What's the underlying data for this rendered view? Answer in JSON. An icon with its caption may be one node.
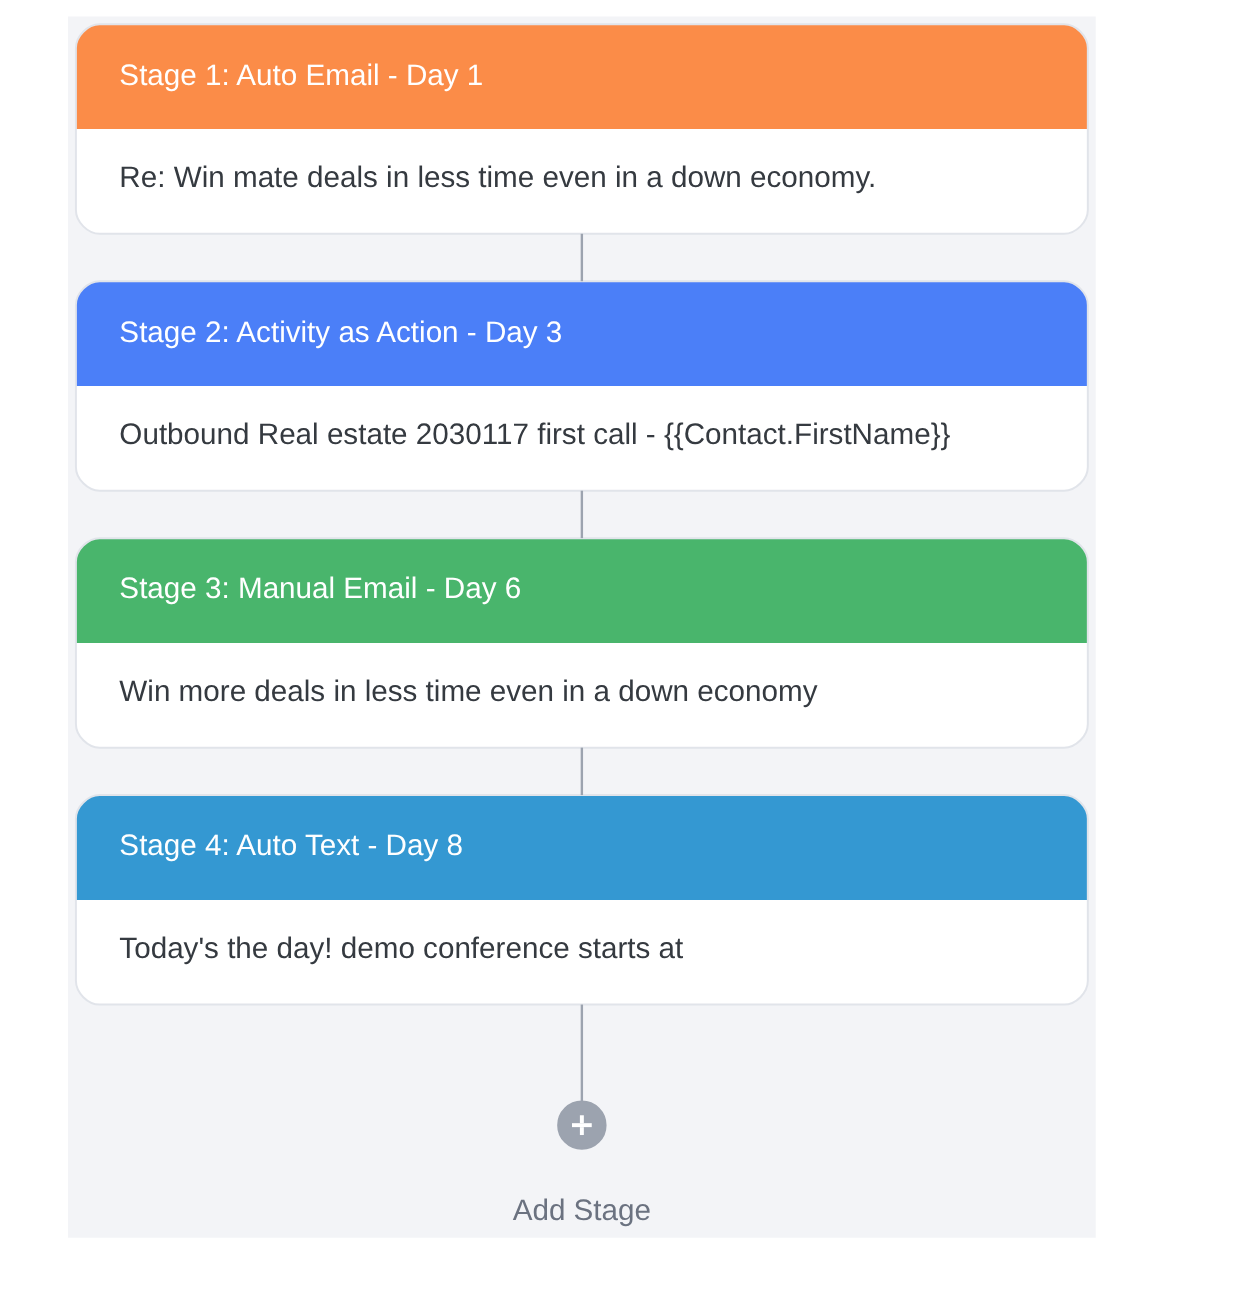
{
  "diagram": {
    "nodes": [
      {
        "text": [
          "Stage 1: Auto Email - Day 1",
          "Re: Win mate deals in less time even in a down economy."
        ]
      },
      {
        "text": [
          "Stage 2: Activity as Action - Day 3",
          "Outbound Real estate 2030117 first call - {{Contact.FirstName}}"
        ]
      },
      {
        "text": [
          "Stage 3: Manual Email - Day 6",
          "Win more deals in less time even in a down economy"
        ]
      },
      {
        "text": [
          "Stage 4: Auto Text - Day 8",
          "Today's the day! demo conference starts at"
        ]
      },
      {
        "text": [],
        "shape": "circle",
        "beside": [
          "Add Stage"
        ]
      }
    ],
    "edges": [
      {
        "from": 0,
        "to": 1,
        "arrow": "none"
      },
      {
        "from": 1,
        "to": 2,
        "arrow": "none"
      },
      {
        "from": 2,
        "to": 3,
        "arrow": "none"
      },
      {
        "from": 3,
        "to": 4,
        "arrow": "none"
      }
    ]
  }
}
